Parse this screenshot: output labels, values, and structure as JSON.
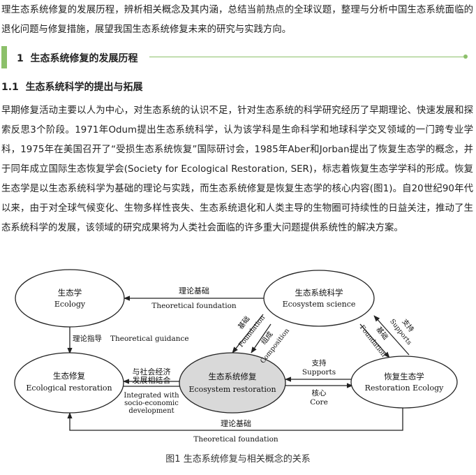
{
  "intro": "理生态系统修复的发展历程，辨析相关概念及其内涵，总结当前热点的全球议题，整理与分析中国生态系统面临的退化问题与修复措施，展望我国生态系统修复未来的研究与实践方向。",
  "section": {
    "number": "1",
    "title": "生态系统修复的发展历程",
    "accent_color": "#8cc06a"
  },
  "subsection": {
    "number": "1.1",
    "title": "生态系统科学的提出与拓展"
  },
  "paragraph": "早期修复活动主要以人为中心，对生态系统的认识不足，针对生态系统的科学研究经历了早期理论、快速发展和探索反思3个阶段。1971年Odum提出生态系统科学，认为该学科是生命科学和地球科学交叉领域的一门跨专业学科，1975年在美国召开了“受损生态系统恢复”国际研讨会，1985年Aber和Jorban提出了恢复生态学的概念，并于同年成立国际生态恢复学会(Society for Ecological Restoration, SER)，标志着恢复生态学学科的形成。恢复生态学是以生态系统科学为基础的理论与实践，而生态系统修复是恢复生态学的核心内容(图1)。自20世纪90年代以来，由于对全球气候变化、生物多样性丧失、生态系统退化和人类主导的生物圈可持续性的日益关注，推动了生态系统科学的发展，该领域的研究成果将为人类社会面临的许多重大问题提供系统性的解决方案。",
  "figure": {
    "nodes": {
      "ecology": {
        "zh": "生态学",
        "en": "Ecology"
      },
      "ecosystem_science": {
        "zh": "生态系统科学",
        "en": "Ecosystem science"
      },
      "ecological_restoration": {
        "zh": "生态修复",
        "en": "Ecological restoration"
      },
      "ecosystem_restoration": {
        "zh": "生态系统修复",
        "en": "Ecosystem restoration"
      },
      "restoration_ecology": {
        "zh": "恢复生态学",
        "en": "Restoration Ecology"
      }
    },
    "labels": {
      "top_zh": "理论基础",
      "top_en": "Theoretical foundation",
      "guidance_zh": "理论指导",
      "guidance_en": "Theoretical guidance",
      "foundation_zh": "基础",
      "foundation_en": "Foundation",
      "composition_zh": "组成",
      "composition_en": "Composition",
      "supports_right_zh": "支持",
      "supports_right_en": "Supports",
      "foundation_right_zh": "基础",
      "foundation_right_en": "Foundation",
      "integrated_zh_1": "与社会经济",
      "integrated_zh_2": "发展相结合",
      "integrated_en_1": "Integrated with",
      "integrated_en_2": "socio-economic",
      "integrated_en_3": "development",
      "supports_mid_zh": "支持",
      "supports_mid_en": "Supports",
      "core_zh": "核心",
      "core_en": "Core",
      "bottom_zh": "理论基础",
      "bottom_en": "Theoretical foundation"
    },
    "highlight_fill": "#d9d9d9"
  },
  "caption": "图1 生态系统修复与相关概念的关系"
}
